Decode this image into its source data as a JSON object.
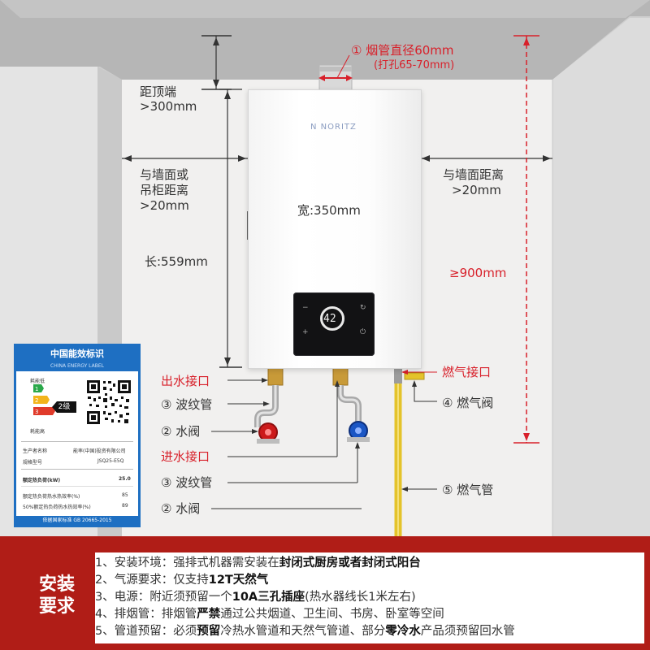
{
  "annotations": {
    "flue_title": "① 烟管直径60mm",
    "flue_sub": "(打孔65-70mm)",
    "top_distance_line1": "距顶端",
    "top_distance_line2": ">300mm",
    "left_wall_line1": "与墙面或",
    "left_wall_line2": "吊柜距离",
    "left_wall_line3": ">20mm",
    "right_wall_line1": "与墙面距离",
    "right_wall_line2": ">20mm",
    "width": "宽:350mm",
    "length": "长:559mm",
    "ground_height": "≥900mm",
    "water_out": "出水接口",
    "bellows_1": "③ 波纹管",
    "valve_1": "② 水阀",
    "water_in": "进水接口",
    "bellows_2": "③ 波纹管",
    "valve_2": "② 水阀",
    "gas_inlet": "燃气接口",
    "gas_valve": "④ 燃气阀",
    "gas_pipe": "⑤ 燃气管"
  },
  "heater": {
    "brand": "N NORITZ",
    "display_temp": "42"
  },
  "energy_label": {
    "title": "中国能效标识",
    "subtitle": "CHINA ENERGY LABEL",
    "low_consumption": "耗能低",
    "high_consumption": "耗能高",
    "grade": "2级",
    "manufacturer_key": "生产者名称",
    "manufacturer_val": "能率(中国)投资有限公司",
    "model_key": "规格型号",
    "model_val": "JSQ25-E5Q",
    "load_key": "额定热负荷(kW)",
    "load_val": "25.0",
    "eff1_key": "额定热负荷热水热效率(%)",
    "eff1_val": "85",
    "eff2_key": "50%额定热负荷热水热效率(%)",
    "eff2_val": "89",
    "standard": "依据国家标准 GB 20665-2015"
  },
  "requirements": {
    "title_line1": "安装",
    "title_line2": "要求",
    "items": [
      {
        "pre": "1、安装环境：强排式机器需安装在",
        "bold": "封闭式厨房或者封闭式阳台",
        "post": ""
      },
      {
        "pre": "2、气源要求：仅支持",
        "bold": "12T天然气",
        "post": ""
      },
      {
        "pre": "3、电源：附近须预留一个",
        "bold": "10A三孔插座",
        "post": "(热水器线长1米左右)"
      },
      {
        "pre": "4、排烟管：排烟管",
        "bold": "严禁",
        "post": "通过公共烟道、卫生间、书房、卧室等空间"
      },
      {
        "pre": "5、管道预留：必须",
        "bold": "预留",
        "post": "冷热水管道和天然气管道、部分",
        "bold2": "零冷水",
        "post2": "产品须预留回水管"
      }
    ]
  },
  "colors": {
    "accent_red": "#d8202a",
    "bar_red": "#b01d17",
    "gas_pipe_yellow": "#e4c32a",
    "label_blue": "#1e6fc2"
  }
}
